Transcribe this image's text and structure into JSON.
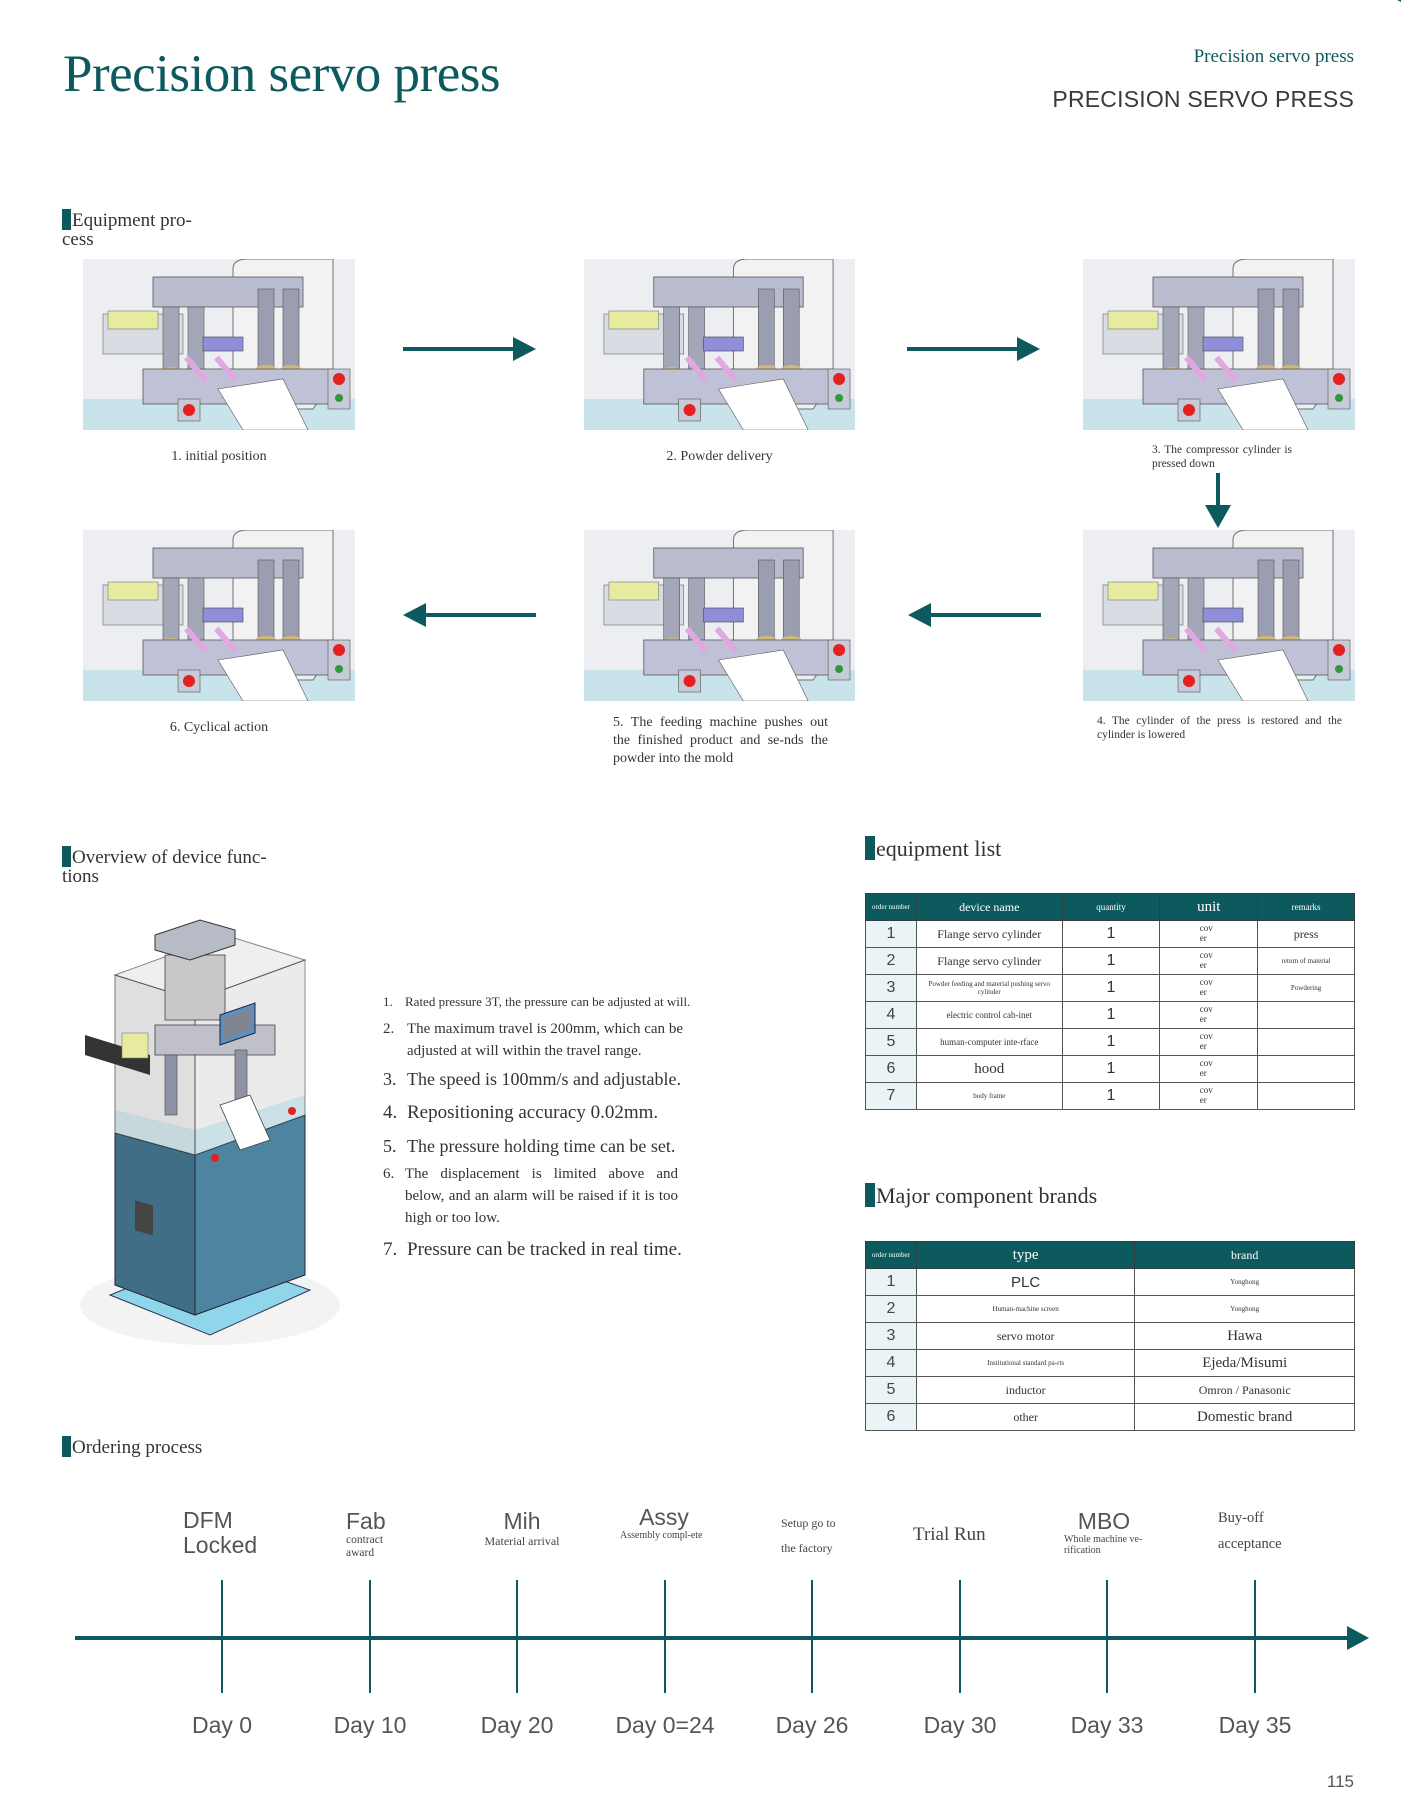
{
  "header": {
    "title": "Precision servo press",
    "subtitle_top": "Precision servo press",
    "subtitle_caps": "PRECISION SERVO PRESS"
  },
  "sections": {
    "equipment_process": "Equipment pro-\ncess",
    "overview": "Overview of device func-\ntions",
    "equipment_list": "equipment list",
    "brands": "Major component brands",
    "ordering": "Ordering process"
  },
  "process_steps": [
    {
      "caption": "1. initial position"
    },
    {
      "caption": "2. Powder delivery"
    },
    {
      "caption": "3. The compressor cylinder is pressed down"
    },
    {
      "caption": "4. The cylinder of the press is restored and the cylinder is lowered"
    },
    {
      "caption": "5. The feeding machine pushes out the finished product and se-nds the powder into the mold"
    },
    {
      "caption": "6. Cyclical action"
    }
  ],
  "icons": {
    "flow_arrow": "arrow-icon",
    "machine_render": "press-machine-image"
  },
  "features": [
    {
      "num": "1.",
      "text": "Rated pressure 3T, the pressure can be adjusted at will."
    },
    {
      "num": "2.",
      "text": "The maximum travel is 200mm, which can be adjusted at will within the travel range."
    },
    {
      "num": "3.",
      "text": "The speed is 100mm/s and adjustable."
    },
    {
      "num": "4.",
      "text": "Repositioning accuracy 0.02mm."
    },
    {
      "num": "5.",
      "text": "The pressure holding time can be set."
    },
    {
      "num": "6.",
      "text": "The displacement is limited above and below, and an alarm will be raised if it is too high or too low."
    },
    {
      "num": "7.",
      "text": "Pressure can be tracked in real time."
    }
  ],
  "equipment_table": {
    "headers": [
      "order number",
      "device name",
      "quantity",
      "unit",
      "remarks"
    ],
    "rows": [
      {
        "no": "1",
        "name": "Flange servo cylinder",
        "qty": "1",
        "unit": "cov er",
        "remarks": "press"
      },
      {
        "no": "2",
        "name": "Flange servo cylinder",
        "qty": "1",
        "unit": "cov er",
        "remarks": "return of material"
      },
      {
        "no": "3",
        "name": "Powder feeding and material pushing servo cylinder",
        "qty": "1",
        "unit": "cov er",
        "remarks": "Powdering"
      },
      {
        "no": "4",
        "name": "electric control cab-inet",
        "qty": "1",
        "unit": "cov er",
        "remarks": ""
      },
      {
        "no": "5",
        "name": "human-computer inte-rface",
        "qty": "1",
        "unit": "cov er",
        "remarks": ""
      },
      {
        "no": "6",
        "name": "hood",
        "qty": "1",
        "unit": "cov er",
        "remarks": ""
      },
      {
        "no": "7",
        "name": "body frame",
        "qty": "1",
        "unit": "cov er",
        "remarks": ""
      }
    ]
  },
  "brands_table": {
    "headers": [
      "order number",
      "type",
      "brand"
    ],
    "rows": [
      {
        "no": "1",
        "type": "PLC",
        "brand": "Yonghong"
      },
      {
        "no": "2",
        "type": "Human-machine screen",
        "brand": "Yonghong"
      },
      {
        "no": "3",
        "type": "servo motor",
        "brand": "Hawa"
      },
      {
        "no": "4",
        "type": "Institutional standard pa-rts",
        "brand": "Ejeda/Misumi"
      },
      {
        "no": "5",
        "type": "inductor",
        "brand": "Omron / Panasonic"
      },
      {
        "no": "6",
        "type": "other",
        "brand": "Domestic brand"
      }
    ]
  },
  "timeline": [
    {
      "title": "DFM Locked",
      "desc": "",
      "day": "Day 0"
    },
    {
      "title": "Fab",
      "desc": "contract award",
      "day": "Day 10"
    },
    {
      "title": "Mih",
      "desc": "Material arrival",
      "day": "Day 20"
    },
    {
      "title": "Assy",
      "desc": "Assembly compl-ete",
      "day": "Day 0=24"
    },
    {
      "title": "",
      "desc": "Setup go to the factory",
      "day": "Day 26"
    },
    {
      "title": "Trial Run",
      "desc": "",
      "day": "Day 30"
    },
    {
      "title": "MBO",
      "desc": "Whole machine ve-rification",
      "day": "Day 33"
    },
    {
      "title": "",
      "desc": "Buy-off acceptance",
      "day": "Day 35"
    }
  ],
  "page_number": "115",
  "colors": {
    "accent": "#0d5a5e",
    "table_index_bg": "#eaf4f7",
    "text": "#333333"
  }
}
